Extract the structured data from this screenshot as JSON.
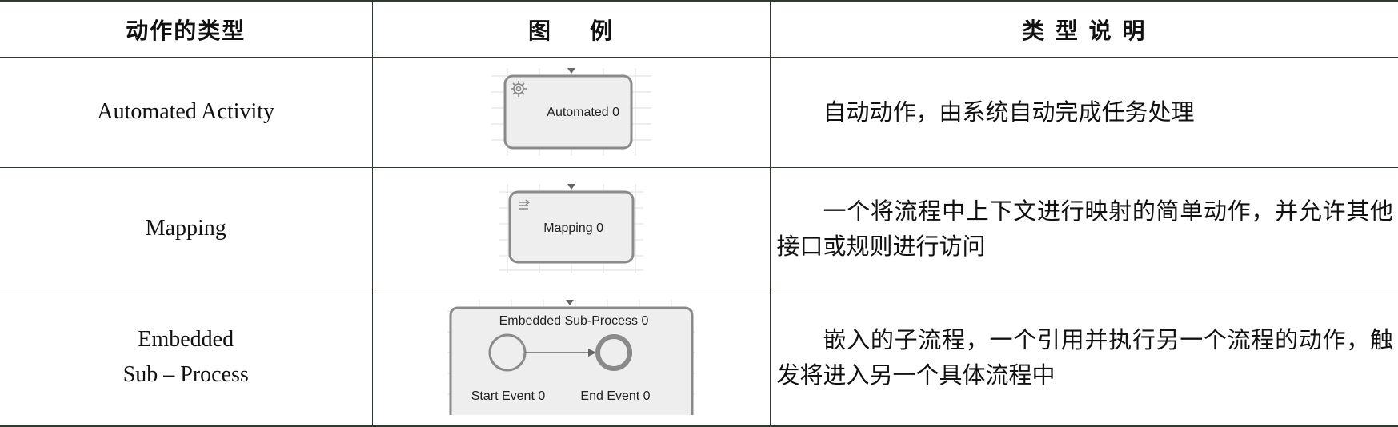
{
  "headers": {
    "type": "动作的类型",
    "figure": "图    例",
    "description": "类 型 说 明"
  },
  "rows": [
    {
      "type": "Automated Activity",
      "figure_label": "Automated 0",
      "figure_icon": "gear-icon",
      "description": "自动动作，由系统自动完成任务处理"
    },
    {
      "type": "Mapping",
      "figure_label": "Mapping 0",
      "figure_icon": "mapping-icon",
      "description": "一个将流程中上下文进行映射的简单动作，并允许其他接口或规则进行访问"
    },
    {
      "type_line1": "Embedded",
      "type_line2": "Sub – Process",
      "figure_title": "Embedded Sub-Process 0",
      "start_label": "Start Event 0",
      "end_label": "End Event 0",
      "description": "嵌入的子流程，一个引用并执行另一个流程的动作，触发将进入另一个具体流程中"
    }
  ],
  "colors": {
    "rule": "#2f3a2f",
    "node_fill": "#eeeeee",
    "node_stroke": "#8a8a8a",
    "grid": "#dddddd"
  }
}
